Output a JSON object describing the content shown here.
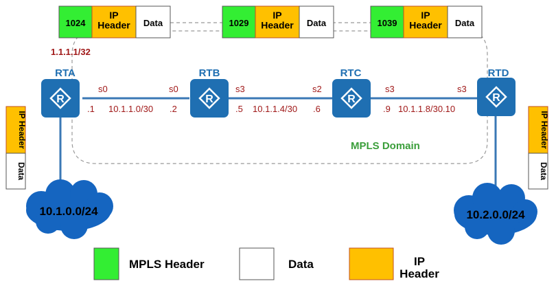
{
  "colors": {
    "mpls": "#33ee33",
    "ip": "#ffc000",
    "ip_border": "#c05020",
    "router": "#1f6fb2",
    "router_dark": "#155a94",
    "link": "#3a78b5",
    "red_text": "#a01818",
    "mpls_domain_text": "#3a9e3a",
    "cloud": "#1565c0"
  },
  "packets": [
    {
      "label": "1024",
      "ip": "IP\nHeader",
      "data": "Data"
    },
    {
      "label": "1029",
      "ip": "IP\nHeader",
      "data": "Data"
    },
    {
      "label": "1039",
      "ip": "IP\nHeader",
      "data": "Data"
    }
  ],
  "side_packets": {
    "left": {
      "ip": "IP Header",
      "data": "Data"
    },
    "right": {
      "ip": "IP Header",
      "data": "Data"
    }
  },
  "rta_loopback": "1.1.1.1/32",
  "routers": [
    {
      "id": "rta",
      "name": "RTA"
    },
    {
      "id": "rtb",
      "name": "RTB"
    },
    {
      "id": "rtc",
      "name": "RTC"
    },
    {
      "id": "rtd",
      "name": "RTD"
    }
  ],
  "interfaces": {
    "rta_s0": "s0",
    "rtb_s0": "s0",
    "rtb_s3": "s3",
    "rtc_s2": "s2",
    "rtc_s3": "s3",
    "rtd_s3": "s3"
  },
  "links": [
    {
      "left_host": ".1",
      "subnet": "10.1.1.0/30",
      "right_host": ".2"
    },
    {
      "left_host": ".5",
      "subnet": "10.1.1.4/30",
      "right_host": ".6"
    },
    {
      "left_host": ".9",
      "subnet": "10.1.1.8/30.10",
      "right_host": ""
    }
  ],
  "domain_label": "MPLS Domain",
  "networks": {
    "left": "10.1.0.0/24",
    "right": "10.2.0.0/24"
  },
  "legend": [
    {
      "key": "mpls",
      "label": "MPLS Header"
    },
    {
      "key": "data",
      "label": "Data"
    },
    {
      "key": "ip",
      "label": "IP\nHeader"
    }
  ]
}
